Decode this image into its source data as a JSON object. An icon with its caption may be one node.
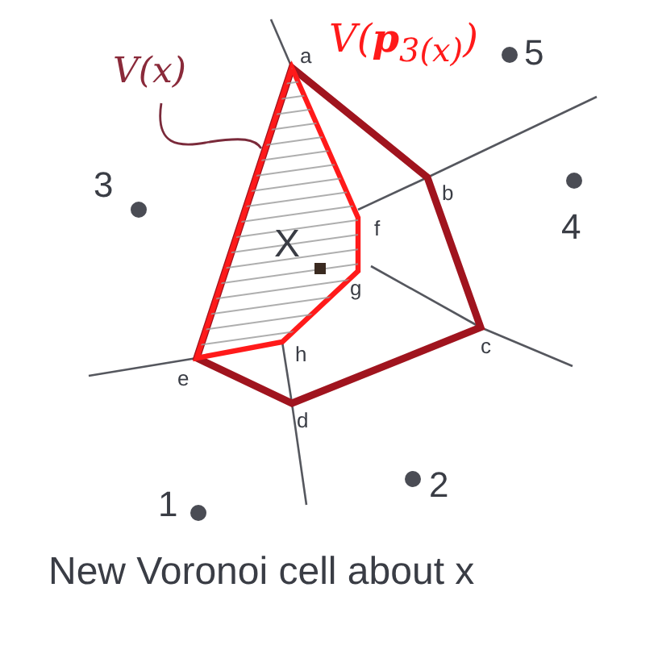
{
  "diagram": {
    "caption": "New Voronoi cell about x",
    "nodes": [
      {
        "text": [
          "V(x)"
        ]
      },
      {
        "text": [],
        "shape": "polygon"
      }
    ],
    "edges": [
      {
        "from": 0,
        "to": 1,
        "arrow": "none"
      }
    ],
    "labels": [
      "a",
      "V(**p**$_{3(x)}$)",
      "5",
      "3",
      "b",
      "4",
      "f",
      "X",
      "g",
      "h",
      "c",
      "e",
      "d",
      "1",
      "2"
    ]
  }
}
